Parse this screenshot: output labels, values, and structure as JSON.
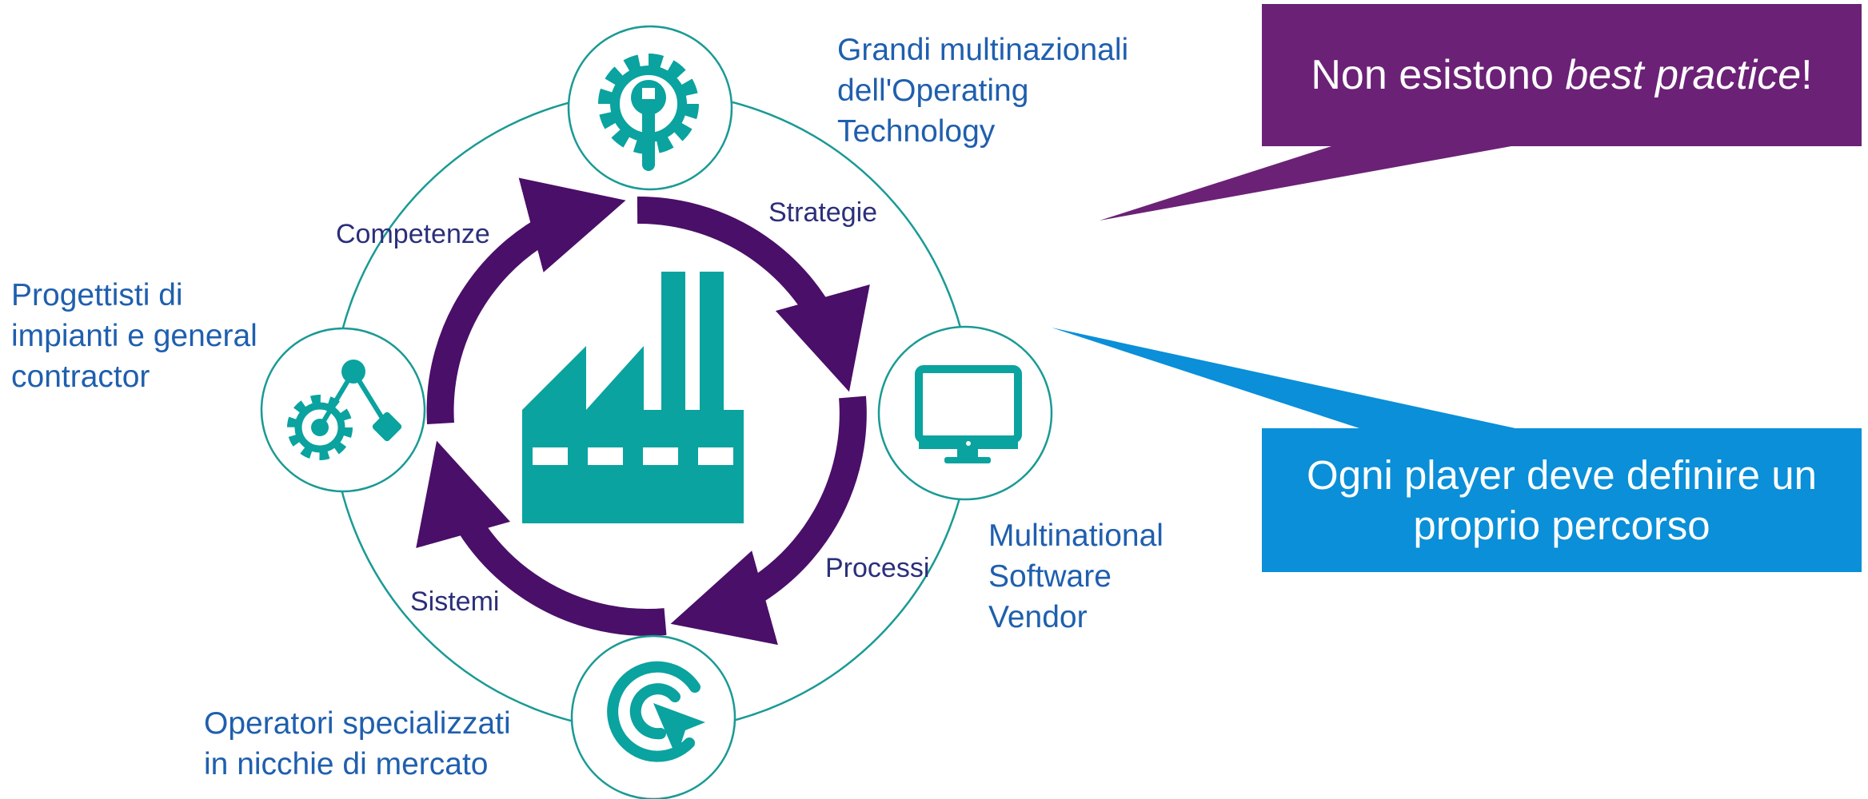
{
  "diagram": {
    "center_icon": "factory-icon",
    "cycle_labels": {
      "top_right": "Strategie",
      "bottom_right": "Processi",
      "bottom_left": "Sistemi",
      "top_left": "Competenze"
    },
    "nodes": [
      {
        "icon": "gear-wrench-icon",
        "lines": [
          "Grandi multinazionali",
          "dell'Operating",
          "Technology"
        ]
      },
      {
        "icon": "monitor-icon",
        "lines": [
          "Multinational",
          "Software",
          "Vendor"
        ]
      },
      {
        "icon": "target-cursor-icon",
        "lines": [
          "Operatori specializzati",
          "in nicchie di mercato"
        ]
      },
      {
        "icon": "gear-network-icon",
        "lines": [
          "Progettisti di",
          "impianti e general",
          "contractor"
        ]
      }
    ],
    "colors": {
      "ring": "#1a9a94",
      "teal": "#0aa39f",
      "cycle_arrows": "#4a0f68",
      "label_text": "#1f5fae",
      "arc_text": "#2b2f7a"
    }
  },
  "callouts": {
    "purple": {
      "prefix": "Non esistono ",
      "emphasis": "best practice",
      "suffix": "!",
      "color": "#6b2176"
    },
    "blue": {
      "lines": [
        "Ogni player deve definire un",
        "proprio percorso"
      ],
      "color": "#0a8fd8"
    }
  }
}
